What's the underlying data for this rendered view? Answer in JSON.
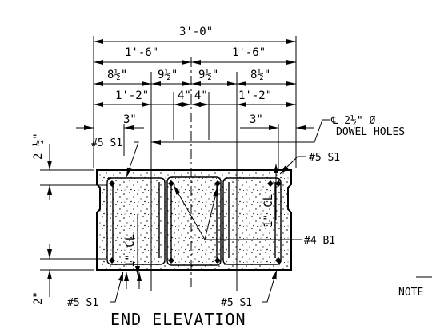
{
  "dimensions": {
    "overall": "3'-0\"",
    "half_left": "1'-6\"",
    "half_right": "1'-6\"",
    "row3": [
      "8½\"",
      "9½\"",
      "9½\"",
      "8½\""
    ],
    "row4_left": "1'-2\"",
    "row4_mid_left": "4\"",
    "row4_mid_right": "4\"",
    "row4_right": "1'-2\"",
    "spacing_left": "3\"",
    "spacing_right": "3\"",
    "left_top": "2 ½\"",
    "left_bottom": "2\"",
    "vertical_cl_left": "1\" CL",
    "vertical_cl_right": "1\" CL"
  },
  "labels": {
    "dowel_line1": "℄ 2½\" Ø",
    "dowel_line2": "DOWEL HOLES",
    "bar_s1_top_left": "#5 S1",
    "bar_s1_top_right": "#5 S1",
    "bar_b1": "#4 B1",
    "bar_s1_bottom_left": "#5 S1",
    "bar_s1_bottom_mid": "#5 S1",
    "note": "NOTE",
    "title": "END ELEVATION"
  }
}
